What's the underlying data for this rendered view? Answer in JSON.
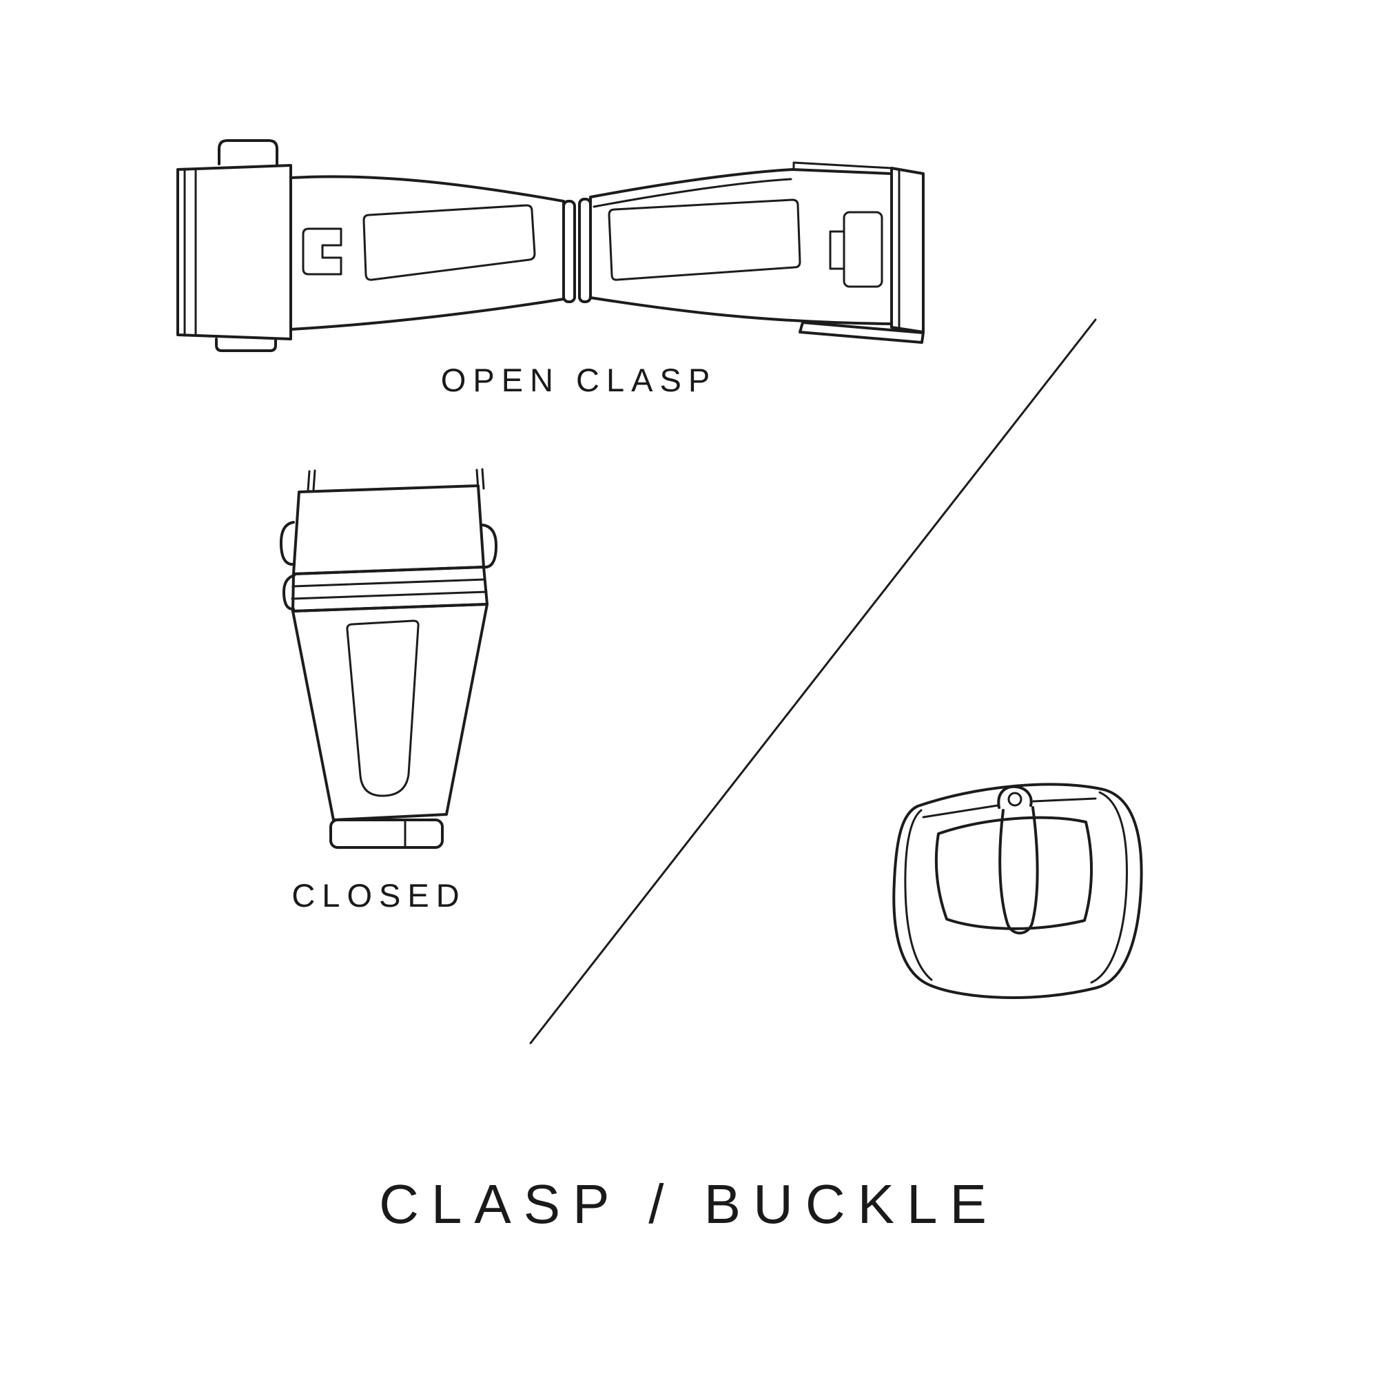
{
  "colors": {
    "background": "#ffffff",
    "line": "#1c1c1c",
    "text": "#1a1a1a"
  },
  "labels": {
    "open_clasp": "OPEN CLASP",
    "closed": "CLOSED",
    "title": "CLASP / BUCKLE"
  }
}
